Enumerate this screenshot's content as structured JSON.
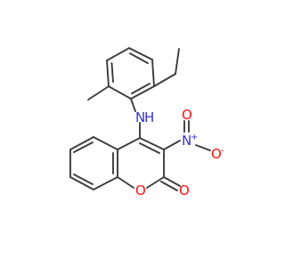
{
  "molecule": {
    "atoms": {
      "amine_n": "N",
      "amine_h": "H",
      "nitro_n": "N",
      "nitro_n_charge": "+",
      "nitro_o_right": "O",
      "nitro_o_right_charge": "-",
      "nitro_o_top": "O",
      "ring_o": "O",
      "carbonyl_o": "O"
    },
    "colors": {
      "bond": "#3c3c3c",
      "nitrogen": "#3333cc",
      "oxygen": "#ff0d0d"
    }
  }
}
